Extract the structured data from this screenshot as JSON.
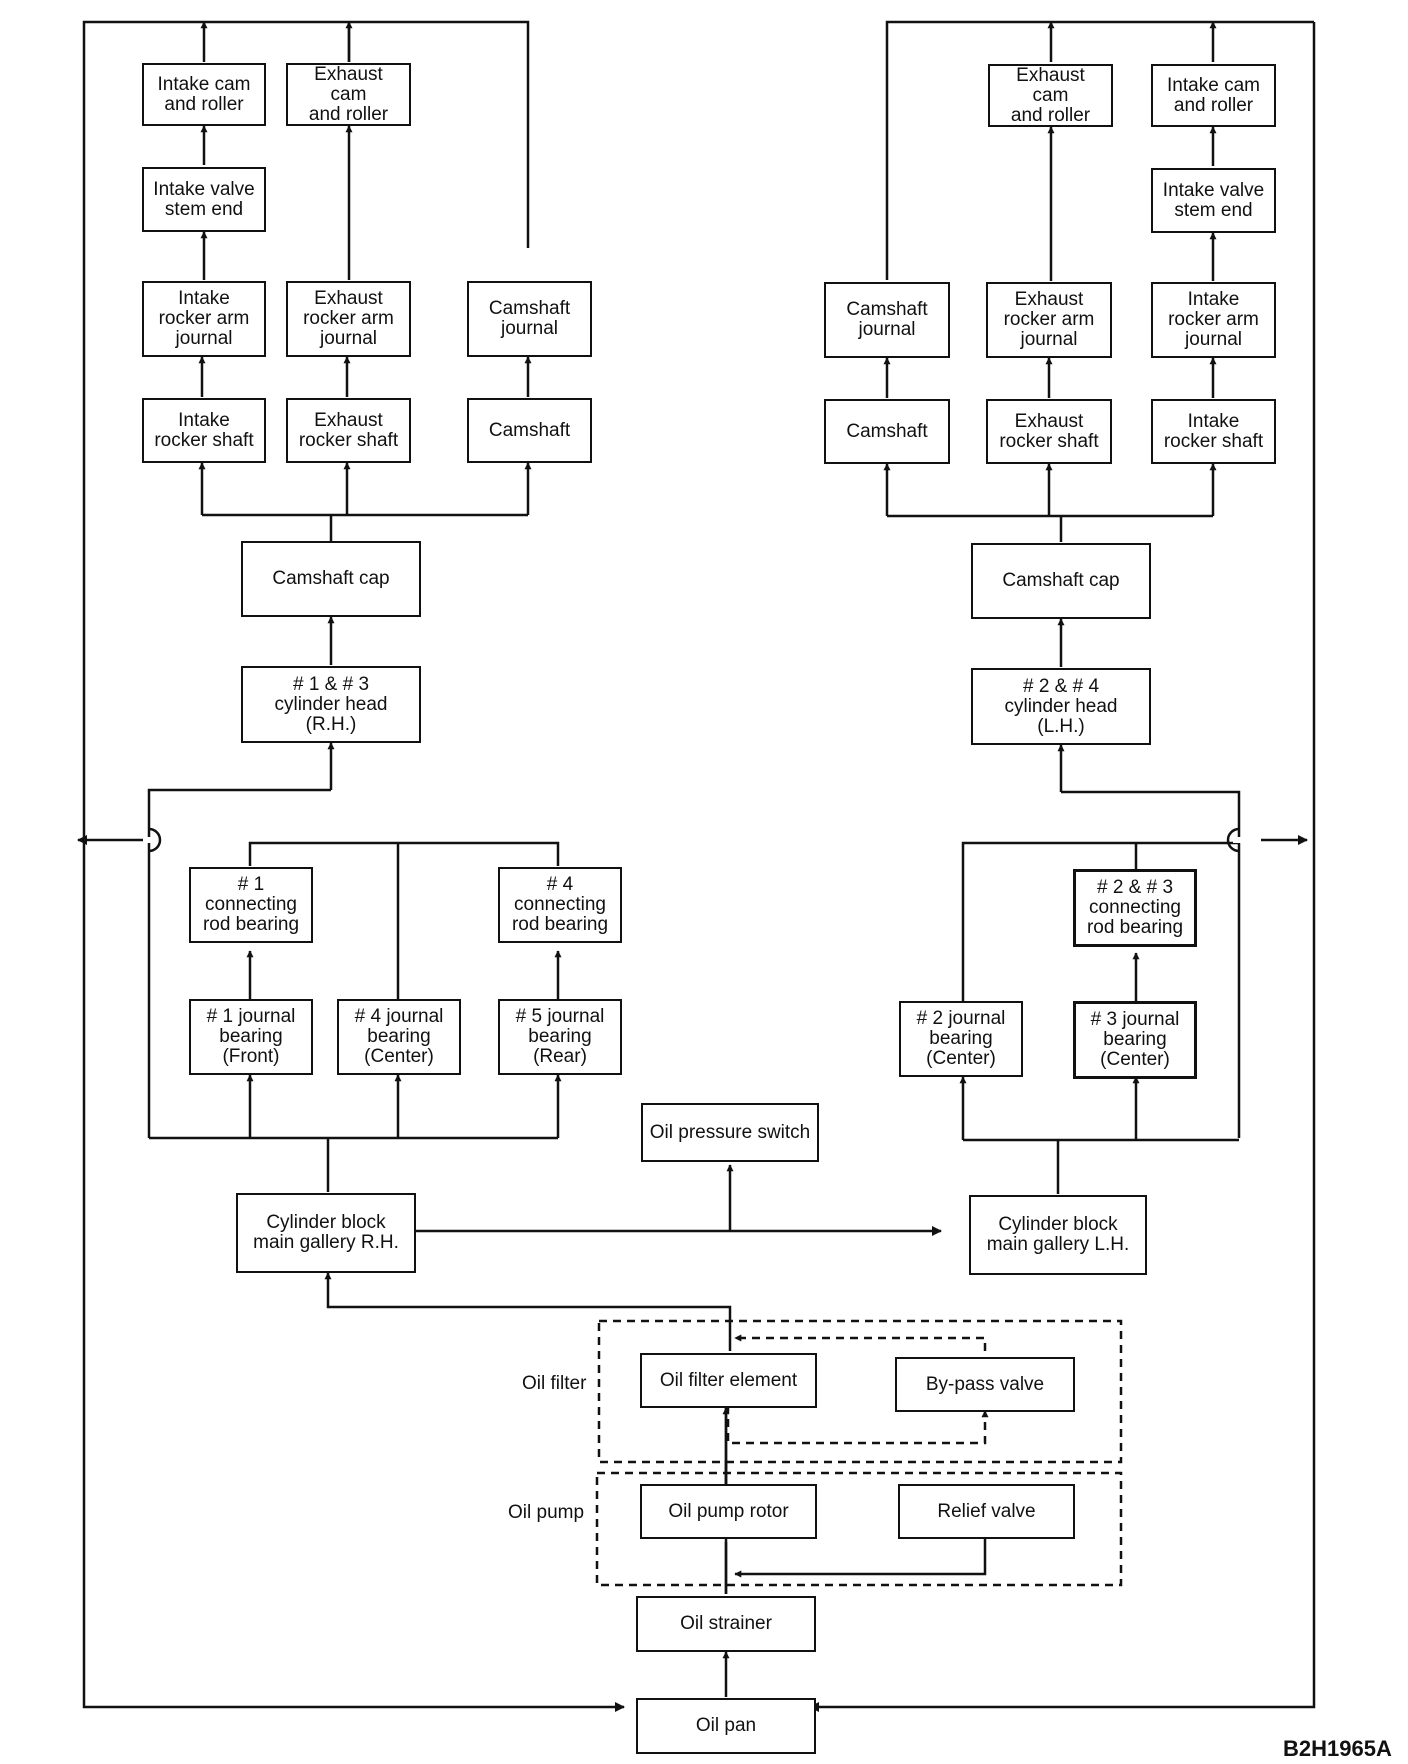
{
  "boxes": {
    "rh_intake_cam": "Intake cam\nand roller",
    "rh_exhaust_cam": "Exhaust cam\nand roller",
    "rh_intake_valve": "Intake valve\nstem end",
    "rh_intake_rocker_journal": "Intake\nrocker arm\njournal",
    "rh_exhaust_rocker_journal": "Exhaust\nrocker arm\njournal",
    "rh_camshaft_journal": "Camshaft\njournal",
    "rh_intake_rocker_shaft": "Intake\nrocker shaft",
    "rh_exhaust_rocker_shaft": "Exhaust\nrocker shaft",
    "rh_camshaft": "Camshaft",
    "rh_camshaft_cap": "Camshaft cap",
    "rh_cylinder_head": "# 1 & # 3\ncylinder head\n(R.H.)",
    "lh_exhaust_cam": "Exhaust cam\nand roller",
    "lh_intake_cam": "Intake cam\nand roller",
    "lh_intake_valve": "Intake valve\nstem end",
    "lh_camshaft_journal": "Camshaft\njournal",
    "lh_exhaust_rocker_journal": "Exhaust\nrocker arm\njournal",
    "lh_intake_rocker_journal": "Intake\nrocker arm\njournal",
    "lh_camshaft": "Camshaft",
    "lh_exhaust_rocker_shaft": "Exhaust\nrocker shaft",
    "lh_intake_rocker_shaft": "Intake\nrocker shaft",
    "lh_camshaft_cap": "Camshaft cap",
    "lh_cylinder_head": "# 2 & # 4\ncylinder head\n(L.H.)",
    "conrod_1": "# 1\nconnecting\nrod bearing",
    "conrod_4": "# 4\nconnecting\nrod bearing",
    "conrod_23": "# 2 & # 3\nconnecting\nrod bearing",
    "journal_1": "# 1 journal\nbearing\n(Front)",
    "journal_4": "# 4 journal\nbearing\n(Center)",
    "journal_5": "# 5 journal\nbearing\n(Rear)",
    "journal_2": "# 2 journal\nbearing\n(Center)",
    "journal_3": "# 3 journal\nbearing\n(Center)",
    "oil_pressure_switch": "Oil pressure switch",
    "gallery_rh": "Cylinder block\nmain gallery R.H.",
    "gallery_lh": "Cylinder block\nmain gallery L.H.",
    "oil_filter_element": "Oil filter element",
    "bypass_valve": "By-pass valve",
    "oil_pump_rotor": "Oil pump rotor",
    "relief_valve": "Relief valve",
    "oil_strainer": "Oil strainer",
    "oil_pan": "Oil pan"
  },
  "labels": {
    "oil_filter": "Oil filter",
    "oil_pump": "Oil pump"
  },
  "figure_code": "B2H1965A"
}
